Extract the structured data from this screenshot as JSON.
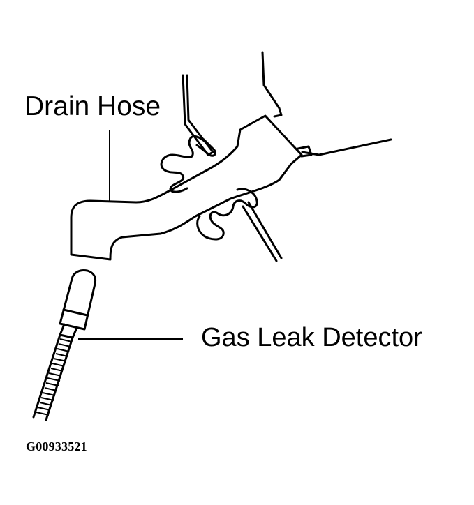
{
  "labels": {
    "drain_hose": "Drain Hose",
    "gas_leak_detector": "Gas Leak Detector"
  },
  "figure_id": "G00933521",
  "colors": {
    "ink": "#000000",
    "background": "#ffffff"
  }
}
